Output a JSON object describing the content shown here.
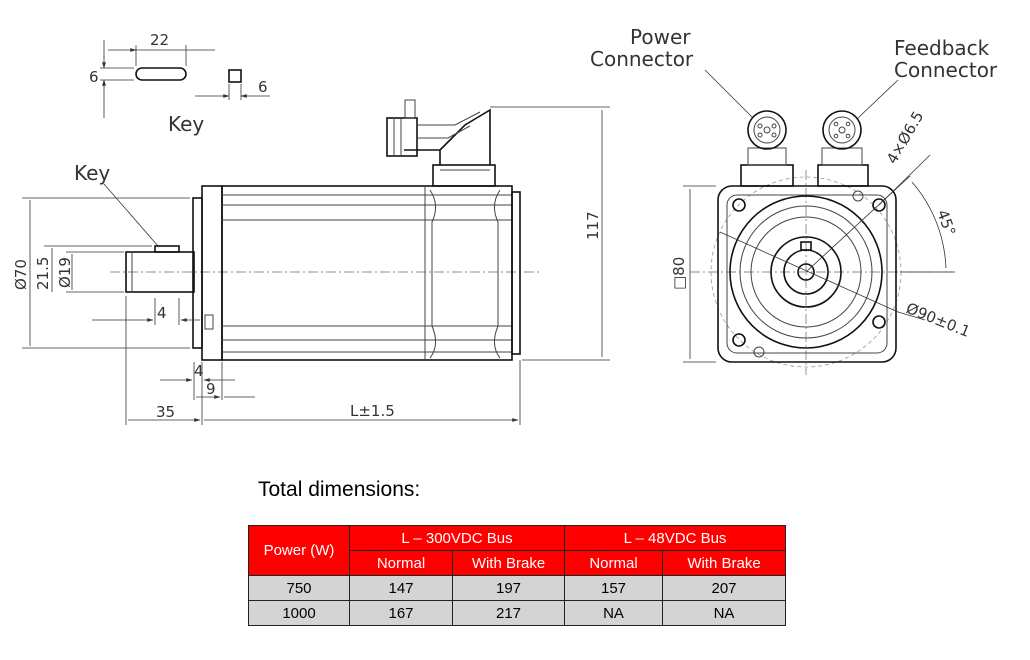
{
  "drawing": {
    "key_detail": {
      "width_dim": "22",
      "height_dim": "6",
      "section_dim": "6",
      "label": "Key"
    },
    "side_view": {
      "key_label": "Key",
      "dia_70": "Ø70",
      "dim_21_5": "21.5",
      "dia_19": "Ø19",
      "dim_4_key": "4",
      "dim_4": "4",
      "dim_9": "9",
      "dim_35": "35",
      "length_label": "L±1.5",
      "height_117": "117"
    },
    "front_view": {
      "power_connector_line1": "Power",
      "power_connector_line2": "Connector",
      "feedback_connector_line1": "Feedback",
      "feedback_connector_line2": "Connector",
      "holes_label": "4×Ø6.5",
      "angle_label": "45°",
      "square_label": "□80",
      "pcd_label": "Ø90±0.1"
    }
  },
  "table": {
    "title": "Total dimensions:",
    "power_header": "Power (W)",
    "group1_header": "L – 300VDC Bus",
    "group2_header": "L – 48VDC Bus",
    "normal_label": "Normal",
    "brake_label": "With Brake",
    "normal_label_2": "Normal",
    "brake_label_2": "With Brake",
    "rows": [
      {
        "power": "750",
        "v300_normal": "147",
        "v300_brake": "197",
        "v48_normal": "157",
        "v48_brake": "207"
      },
      {
        "power": "1000",
        "v300_normal": "167",
        "v300_brake": "217",
        "v48_normal": "NA",
        "v48_brake": "NA"
      }
    ]
  }
}
